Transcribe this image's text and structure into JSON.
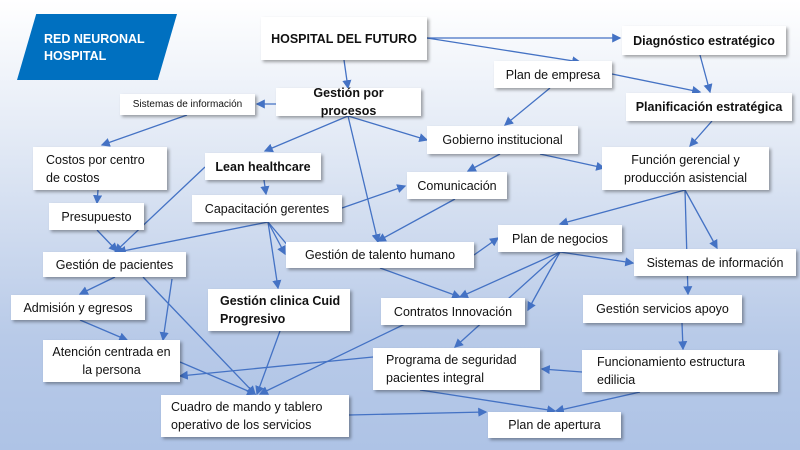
{
  "title": "RED NEURONAL HOSPITAL",
  "nodes": {
    "hospital": "HOSPITAL DEL FUTURO",
    "diagnostico": "Diagnóstico estratégico",
    "plan_empresa": "Plan de empresa",
    "sistemas_info_small": "Sistemas de información",
    "gestion_procesos": "Gestión por procesos",
    "planificacion": "Planificación estratégica",
    "gobierno": "Gobierno institucional",
    "costos": "Costos por centro de costos",
    "lean": "Lean healthcare",
    "funcion_gerencial": "Función gerencial y producción asistencial",
    "comunicacion": "Comunicación",
    "presupuesto": "Presupuesto",
    "capacitacion": "Capacitación gerentes",
    "plan_negocios": "Plan de negocios",
    "talento": "Gestión de talento humano",
    "pacientes": "Gestión de pacientes",
    "sistemas_info": "Sistemas de información",
    "admision": "Admisión y egresos",
    "gestion_clinica": "Gestión clinica Cuid Progresivo",
    "contratos": "Contratos Innovación",
    "servicios_apoyo": "Gestión servicios apoyo",
    "atencion": "Atención centrada en la persona",
    "seguridad": "Programa de seguridad pacientes integral",
    "edilicia": "Funcionamiento estructura edilicia",
    "cuadro_mando": "Cuadro de mando y tablero operativo de los servicios",
    "plan_apertura": "Plan de apertura"
  },
  "colors": {
    "accent": "#0070C0",
    "edge": "#4472C4"
  }
}
